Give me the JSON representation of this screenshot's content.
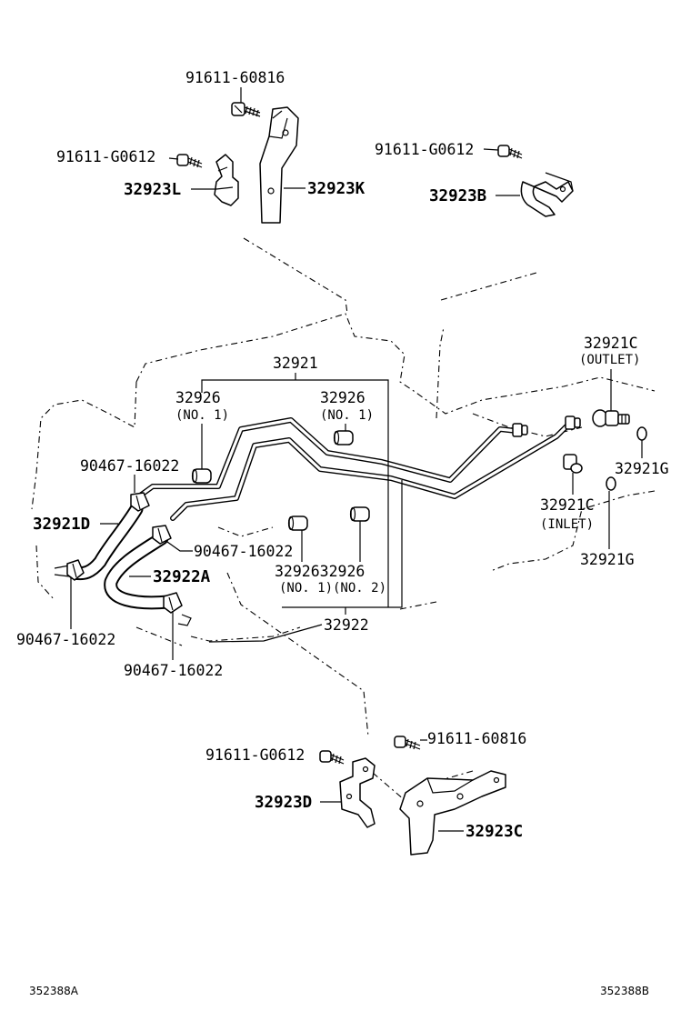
{
  "labels": {
    "bolt_top": "91611-60816",
    "bolt_left_top": "91611-G0612",
    "bracket_l": "32923L",
    "bracket_k": "32923K",
    "bolt_right_top": "91611-G0612",
    "clamp_b": "32923B",
    "tube_assy": "32921",
    "cushion_left": "32926",
    "cushion_left_no": "(NO. 1)",
    "cushion_mid": "32926",
    "cushion_mid_no": "(NO. 1)",
    "clip_upper": "90467-16022",
    "hose_d": "32921D",
    "clip_mid": "90467-16022",
    "hose_a": "32922A",
    "clip_lower_left": "90467-16022",
    "clip_lower": "90467-16022",
    "cushion_pair": "3292632926",
    "cushion_pair_no": "(NO. 1)(NO. 2)",
    "tube_lower": "32922",
    "outlet_part": "32921C",
    "outlet_note": "(OUTLET)",
    "gasket_upper": "32921G",
    "inlet_part": "32921C",
    "inlet_note": "(INLET)",
    "gasket_lower": "32921G",
    "bolt_bottom_left": "91611-G0612",
    "bolt_bottom_right": "91611-60816",
    "bracket_d": "32923D",
    "bracket_c": "32923C",
    "code_left": "352388A",
    "code_right": "352388B"
  }
}
